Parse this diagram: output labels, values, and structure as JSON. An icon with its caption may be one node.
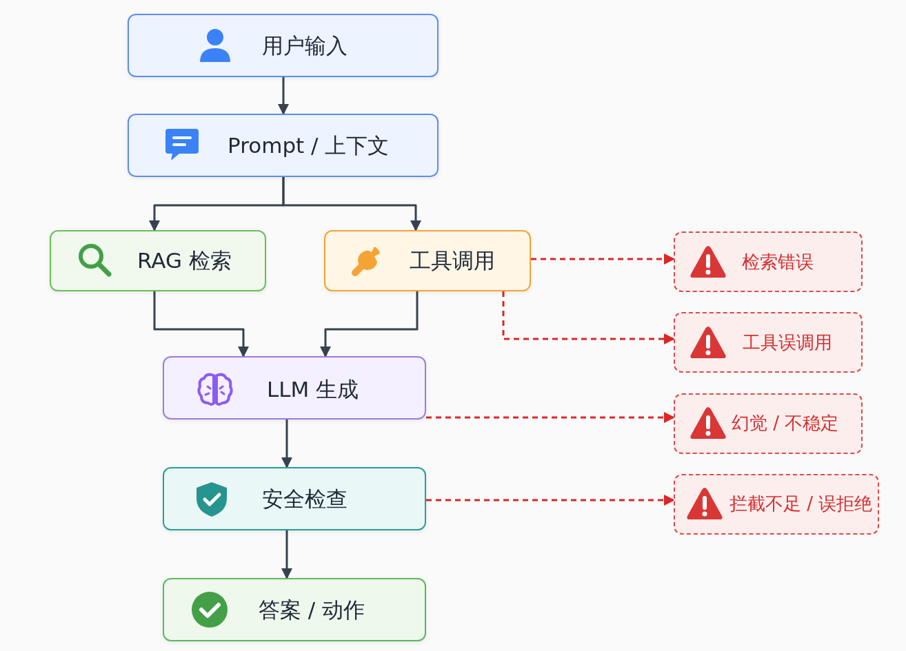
{
  "diagram": {
    "nodes": [
      {
        "text": [
          "用户输入"
        ]
      },
      {
        "text": [
          "Prompt / 上下文"
        ]
      },
      {
        "text": [
          "RAG 检索"
        ]
      },
      {
        "text": [
          "工具调用"
        ]
      },
      {
        "text": [
          "LLM 生成"
        ]
      },
      {
        "text": [
          "安全检查"
        ]
      },
      {
        "text": [
          "答案 / 动作"
        ]
      },
      {
        "text": [
          "检索错误"
        ]
      },
      {
        "text": [
          "工具误调用"
        ]
      },
      {
        "text": [
          "幻觉 / 不稳定"
        ]
      },
      {
        "text": [
          "拦截不足 / 误拒绝"
        ]
      }
    ],
    "edges": [
      {
        "from": 0,
        "to": 1,
        "arrow": "to"
      },
      {
        "from": 1,
        "to": 2,
        "arrow": "to"
      },
      {
        "from": 1,
        "to": 3,
        "arrow": "to"
      },
      {
        "from": 2,
        "to": 4,
        "arrow": "to"
      },
      {
        "from": 3,
        "to": 4,
        "arrow": "to"
      },
      {
        "from": 4,
        "to": 5,
        "arrow": "to"
      },
      {
        "from": 5,
        "to": 6,
        "arrow": "to"
      },
      {
        "from": 3,
        "to": 7,
        "arrow": "to",
        "style": "dashed",
        "color": "#dc2626"
      },
      {
        "from": 3,
        "to": 8,
        "arrow": "to",
        "style": "dashed",
        "color": "#dc2626"
      },
      {
        "from": 4,
        "to": 9,
        "arrow": "to",
        "style": "dashed",
        "color": "#dc2626"
      },
      {
        "from": 5,
        "to": 10,
        "arrow": "to",
        "style": "dashed",
        "color": "#dc2626"
      }
    ]
  }
}
